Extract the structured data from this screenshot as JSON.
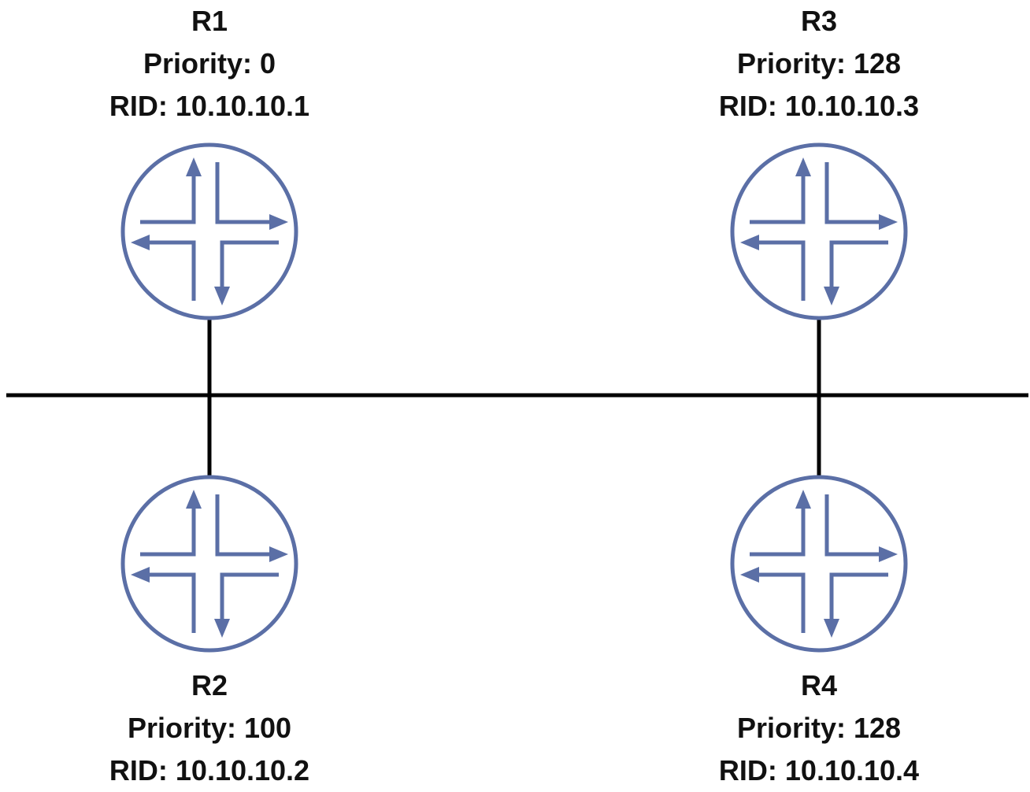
{
  "diagram": {
    "colors": {
      "router": "#5b6fa6",
      "router_fill": "#ffffff",
      "link": "#000000",
      "text": "#111111"
    },
    "routers": [
      {
        "id": "R1",
        "name": "R1",
        "priority": "Priority: 0",
        "rid": "RID: 10.10.10.1",
        "icon": "router-icon"
      },
      {
        "id": "R2",
        "name": "R2",
        "priority": "Priority: 100",
        "rid": "RID: 10.10.10.2",
        "icon": "router-icon"
      },
      {
        "id": "R3",
        "name": "R3",
        "priority": "Priority: 128",
        "rid": "RID: 10.10.10.3",
        "icon": "router-icon"
      },
      {
        "id": "R4",
        "name": "R4",
        "priority": "Priority: 128",
        "rid": "RID: 10.10.10.4",
        "icon": "router-icon"
      }
    ],
    "segment": "shared-broadcast-segment"
  }
}
